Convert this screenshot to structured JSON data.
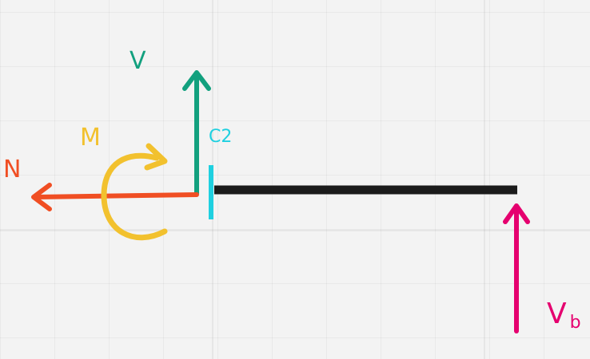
{
  "diagram": {
    "labels": {
      "V": "V",
      "M": "M",
      "N": "N",
      "C2": "C2",
      "Vb_main": "V",
      "Vb_sub": "b"
    },
    "colors": {
      "beam": "#1b1b1b",
      "V": "#12a07e",
      "M": "#f2c12e",
      "N": "#f04e23",
      "C2": "#1fd0e0",
      "Vb": "#e5006f"
    }
  }
}
